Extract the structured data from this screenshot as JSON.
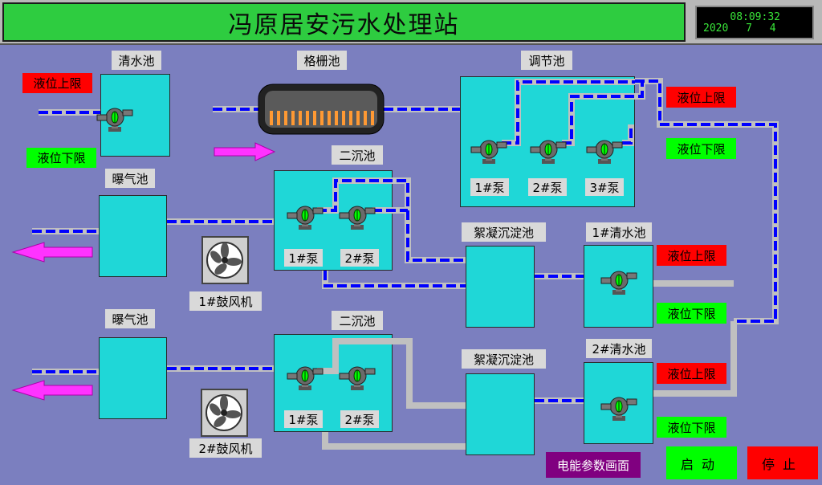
{
  "title": "冯原居安污水处理站",
  "clock": {
    "time": "08:09:32",
    "date": "2020  7  4"
  },
  "labels": {
    "qingshui": "清水池",
    "gezha": "格栅池",
    "tiaojie": "调节池",
    "puqi1": "曝气池",
    "puqi2": "曝气池",
    "erchen1": "二沉池",
    "erchen2": "二沉池",
    "xuning1": "絮凝沉淀池",
    "xuning2": "絮凝沉淀池",
    "qingshui1": "1#清水池",
    "qingshui2": "2#清水池",
    "fan1": "1#鼓风机",
    "fan2": "2#鼓风机"
  },
  "pumps": {
    "tj1": "1#泵",
    "tj2": "2#泵",
    "tj3": "3#泵",
    "ec1a": "1#泵",
    "ec1b": "2#泵",
    "ec2a": "1#泵",
    "ec2b": "2#泵"
  },
  "alarms": {
    "high": "液位上限",
    "low": "液位下限"
  },
  "buttons": {
    "energy": "电能参数画面",
    "start": "启动",
    "stop": "停止"
  },
  "colors": {
    "tank": "#1fd7d7",
    "pipe_active": "#0000ff",
    "pipe_idle": "#c0c0c0",
    "background": "#7b7fbf"
  }
}
